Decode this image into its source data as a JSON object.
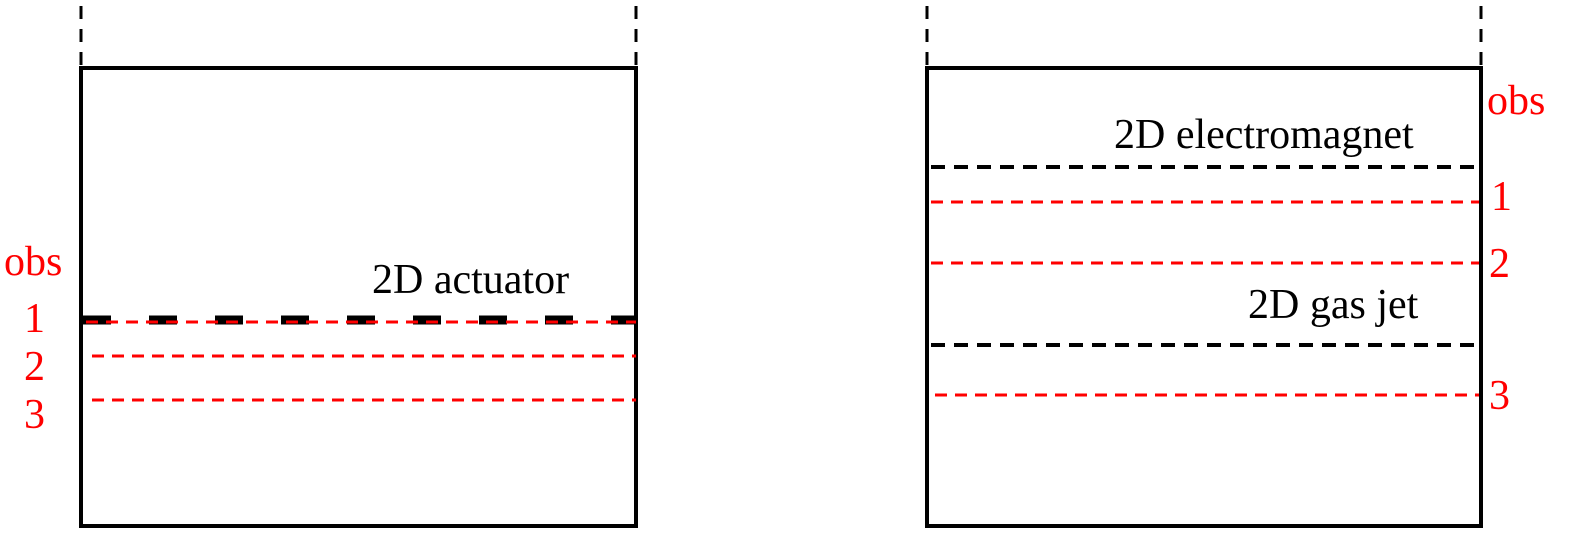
{
  "colors": {
    "frame": "#000000",
    "observation": "#ff0000",
    "background": "#ffffff"
  },
  "left_panel": {
    "device_label": "2D actuator",
    "obs_label": "obs",
    "obs_numbers": [
      "1",
      "2",
      "3"
    ]
  },
  "right_panel": {
    "device_label_top": "2D electromagnet",
    "device_label_bottom": "2D gas jet",
    "obs_label": "obs",
    "obs_numbers": [
      "1",
      "2",
      "3"
    ]
  }
}
